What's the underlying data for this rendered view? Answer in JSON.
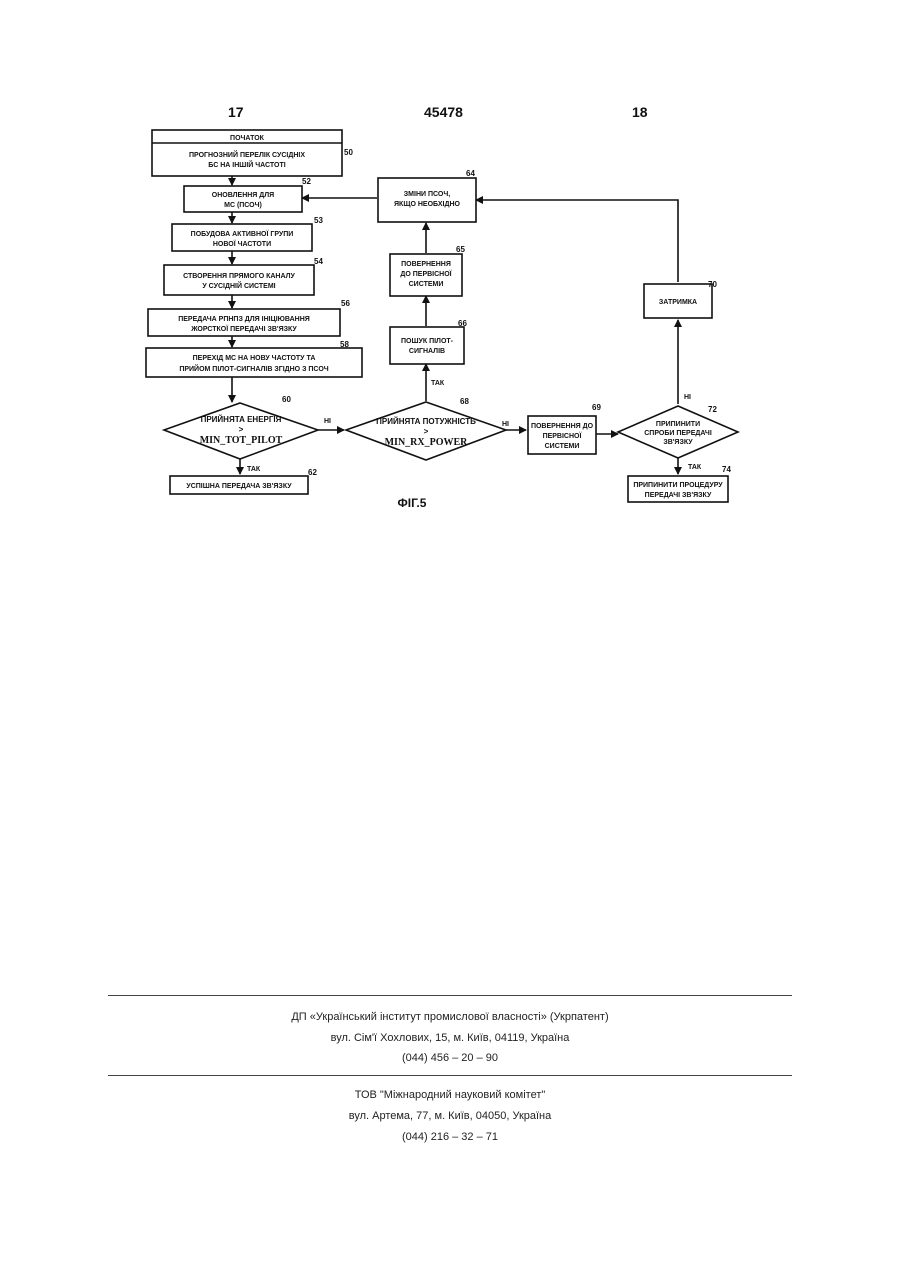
{
  "header": {
    "left_page": "17",
    "patent_number": "45478",
    "right_page": "18"
  },
  "flowchart": {
    "start_label": "ПОЧАТОК",
    "box50": [
      "ПРОГНОЗНИЙ ПЕРЕЛІК СУСІДНІХ",
      "БС НА ІНШІЙ ЧАСТОТІ"
    ],
    "box52": [
      "ОНОВЛЕННЯ ДЛЯ",
      "МС (ПСОЧ)"
    ],
    "box53": [
      "ПОБУДОВА АКТИВНОЇ ГРУПИ",
      "НОВОЇ ЧАСТОТИ"
    ],
    "box54": [
      "СТВОРЕННЯ ПРЯМОГО КАНАЛУ",
      "У СУСІДНІЙ СИСТЕМІ"
    ],
    "box56": [
      "ПЕРЕДАЧА РПНПЗ ДЛЯ ІНІЦІЮВАННЯ",
      "ЖОРСТКОЇ ПЕРЕДАЧІ ЗВ'ЯЗКУ"
    ],
    "box58": [
      "ПЕРЕХІД МС НА НОВУ ЧАСТОТУ ТА",
      "ПРИЙОМ ПІЛОТ-СИГНАЛІВ ЗГІДНО З ПСОЧ"
    ],
    "dec60": [
      "ПРИЙНЯТА ЕНЕРГІЯ",
      ">",
      "MIN_TOT_PILOT"
    ],
    "box62": "УСПІШНА ПЕРЕДАЧА ЗВ'ЯЗКУ",
    "dec68": [
      "ПРИЙНЯТА ПОТУЖНІСТЬ",
      ">",
      "MIN_RX_POWER"
    ],
    "box66": [
      "ПОШУК ПІЛОТ-",
      "СИГНАЛІВ"
    ],
    "box65": [
      "ПОВЕРНЕННЯ",
      "ДО ПЕРВІСНОЇ",
      "СИСТЕМИ"
    ],
    "box64": [
      "ЗМІНИ ПСОЧ,",
      "ЯКЩО НЕОБХІДНО"
    ],
    "box69": [
      "ПОВЕРНЕННЯ ДО",
      "ПЕРВІСНОЇ",
      "СИСТЕМИ"
    ],
    "dec72": [
      "ПРИПИНИТИ",
      "СПРОБИ ПЕРЕДАЧІ",
      "ЗВ'ЯЗКУ"
    ],
    "box70": "ЗАТРИМКА",
    "box74": [
      "ПРИПИНИТИ ПРОЦЕДУРУ",
      "ПЕРЕДАЧІ ЗВ'ЯЗКУ"
    ],
    "refs": {
      "r50": "50",
      "r52": "52",
      "r53": "53",
      "r54": "54",
      "r56": "56",
      "r58": "58",
      "r60": "60",
      "r62": "62",
      "r64": "64",
      "r65": "65",
      "r66": "66",
      "r68": "68",
      "r69": "69",
      "r70": "70",
      "r72": "72",
      "r74": "74"
    },
    "branches": {
      "yes": "ТАК",
      "no": "НІ"
    },
    "figure_caption": "ФІГ.5"
  },
  "footer": {
    "org1": "ДП «Український інститут промислової власності» (Укрпатент)",
    "addr1": "вул. Сім'ї Хохлових, 15, м. Київ, 04119, Україна",
    "phone1": "(044) 456 – 20 – 90",
    "org2": "ТОВ \"Міжнародний науковий комітет\"",
    "addr2": "вул. Артема, 77, м. Київ, 04050, Україна",
    "phone2": "(044) 216 – 32 – 71"
  }
}
